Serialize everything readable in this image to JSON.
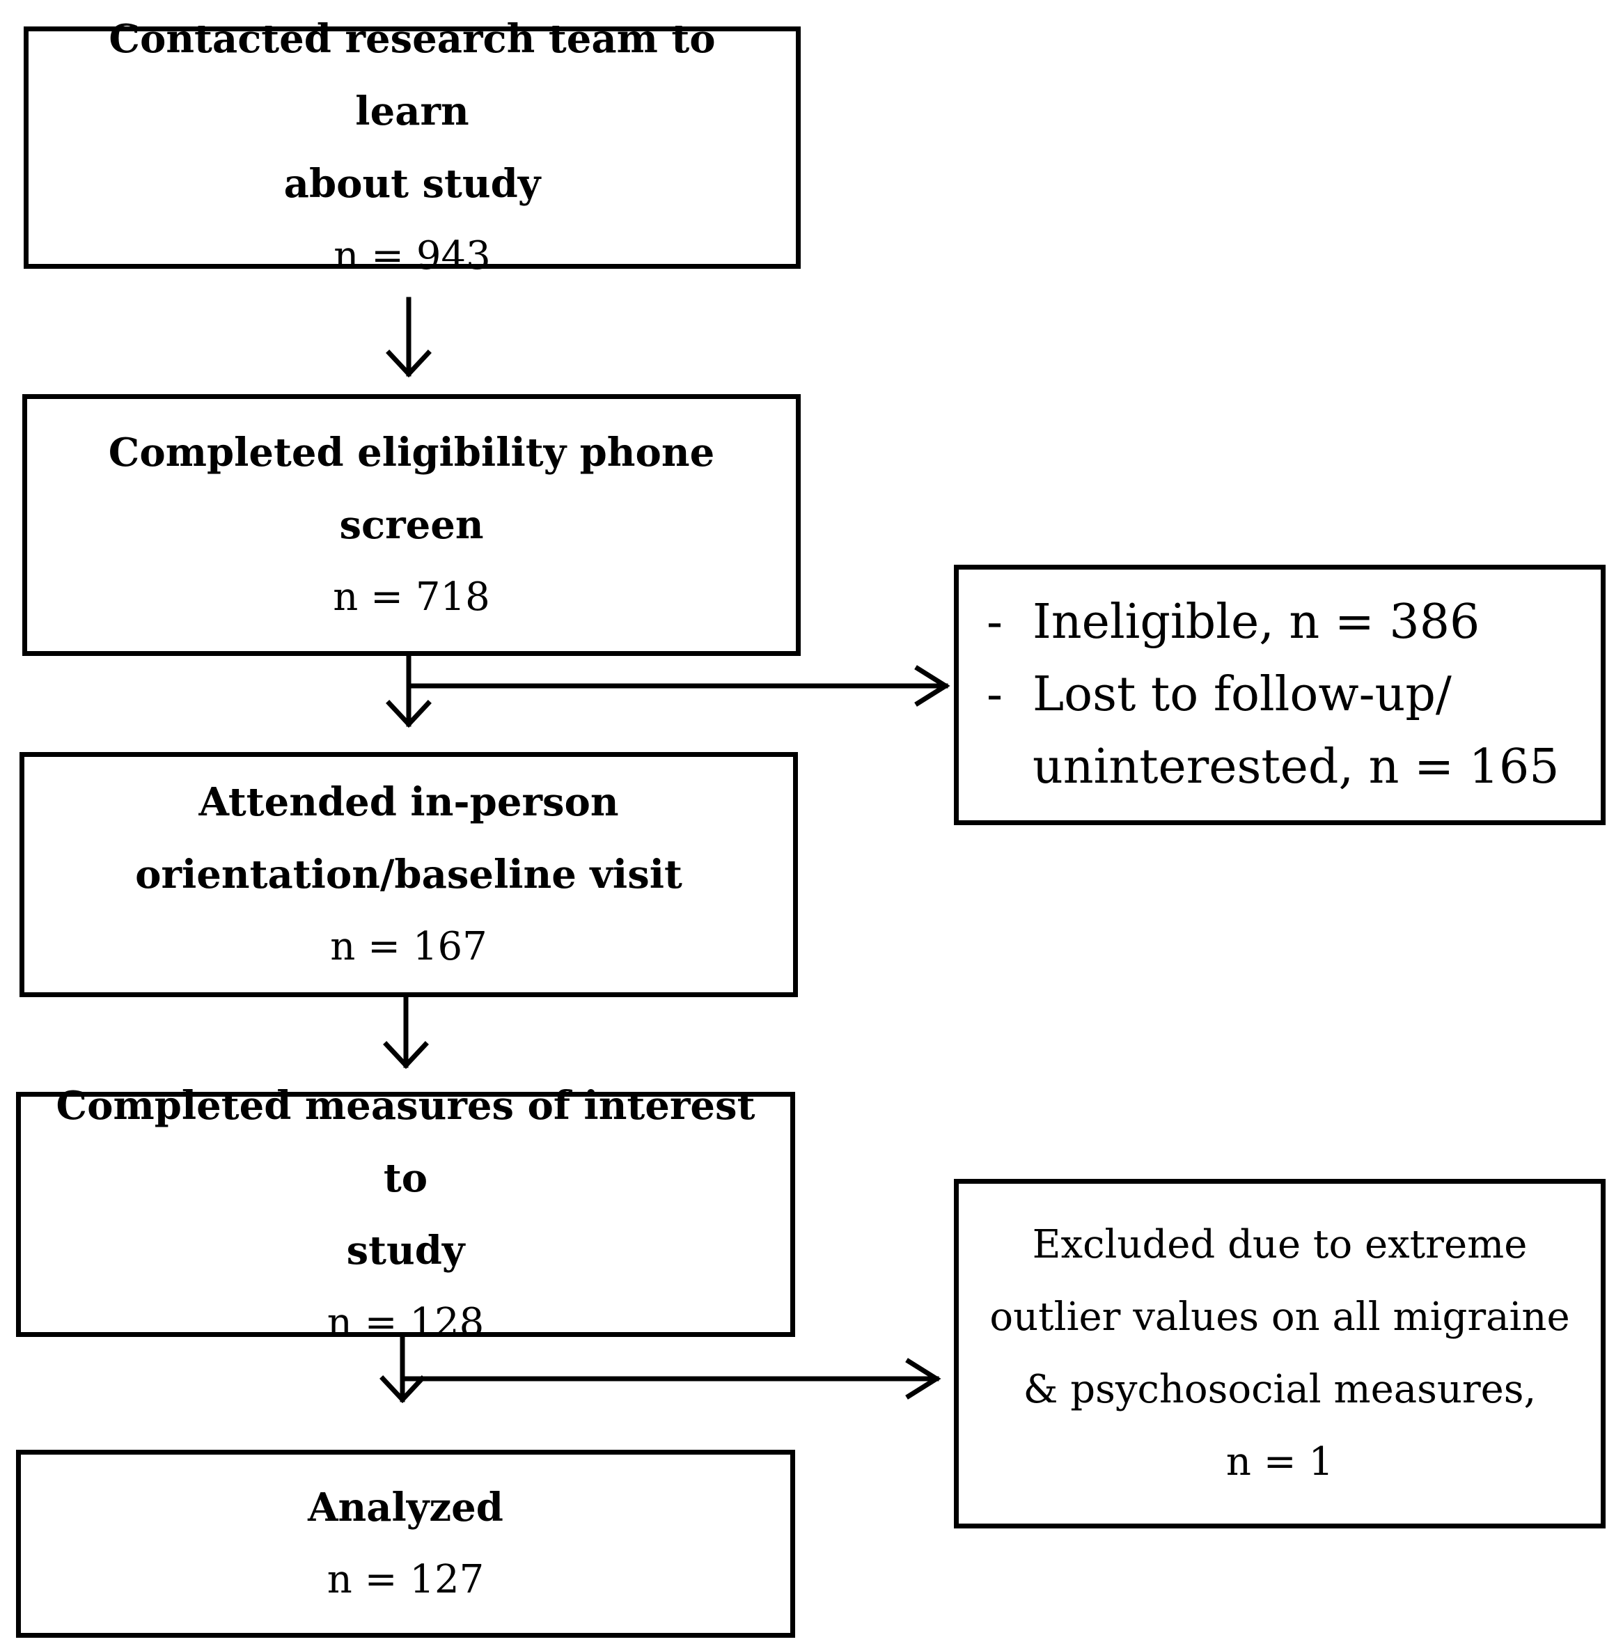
{
  "flow": {
    "step1": {
      "title": "Contacted research team to learn\nabout study",
      "count": "n = 943"
    },
    "step2": {
      "title": "Completed eligibility phone\nscreen",
      "count": "n = 718"
    },
    "step3": {
      "title": "Attended in-person\norientation/baseline visit",
      "count": "n = 167"
    },
    "step4": {
      "title": "Completed measures of interest to\nstudy",
      "count": "n = 128"
    },
    "step5": {
      "title": "Analyzed",
      "count": "n = 127"
    }
  },
  "exclusions": {
    "first": {
      "items": [
        {
          "dash": "-",
          "text": "Ineligible, n = 386"
        },
        {
          "dash": "-",
          "text": "Lost to follow-up/\nuninterested, n = 165"
        }
      ]
    },
    "second": {
      "text": "Excluded due to extreme\noutlier values on all migraine\n& psychosocial measures,",
      "count": "n = 1"
    }
  }
}
